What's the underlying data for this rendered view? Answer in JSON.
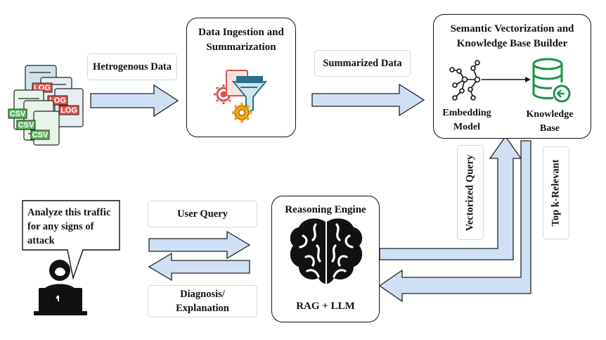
{
  "inputs": {
    "log_label": "LOG",
    "csv_label": "CSV"
  },
  "edges": {
    "heterogenous": "Hetrogenous Data",
    "summarized": "Summarized Data",
    "vectorized_query": "Vectorized Query",
    "top_k": "Top k-Relevant",
    "user_query": "User Query",
    "diagnosis": "Diagnosis/ Explanation"
  },
  "ingestion": {
    "title": "Data Ingestion and Summarization"
  },
  "semantic": {
    "title": "Semantic Vectorization and Knowledge Base Builder",
    "embedding": "Embedding Model",
    "knowledge_base": "Knowledge Base"
  },
  "reasoning": {
    "title": "Reasoning Engine",
    "subtitle": "RAG + LLM"
  },
  "user": {
    "speech": "Analyze this traffic for any signs of attack"
  },
  "colors": {
    "arrow_fill": "#cfe0f5",
    "arrow_stroke": "#222222",
    "kb_green": "#18934a",
    "gear_red": "#d9534f",
    "gear_orange": "#f0a31c",
    "funnel_teal": "#2c6f8a",
    "log_red": "#e2554f",
    "csv_green": "#5cb85c"
  },
  "icons": [
    "log-files-icon",
    "csv-files-icon",
    "gear-funnel-icon",
    "neural-network-icon",
    "database-icon",
    "brain-icon",
    "user-laptop-icon"
  ]
}
